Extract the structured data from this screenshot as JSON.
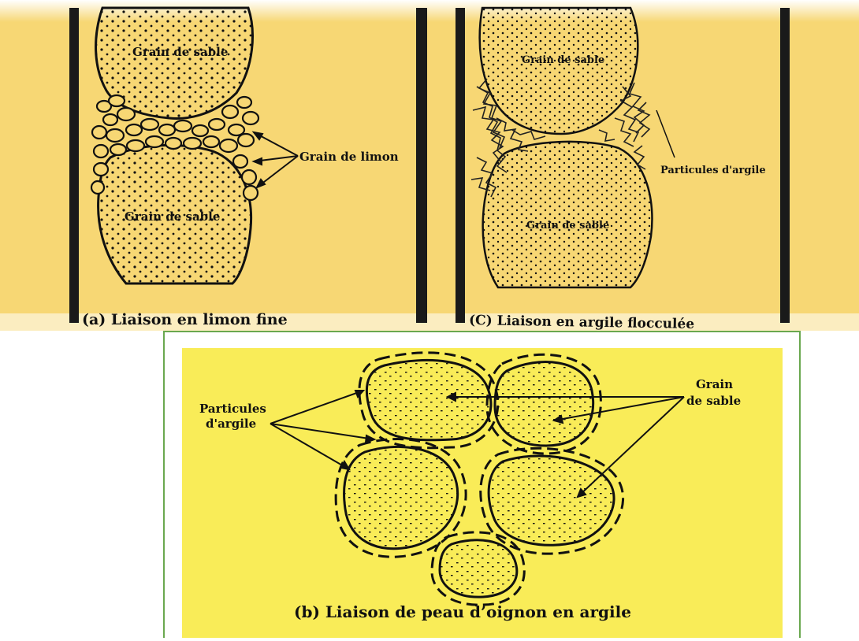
{
  "colors": {
    "background_fill": "#f7d774",
    "panel_b_fill": "#f9ec58",
    "outline": "#111111",
    "panel_b_border": "#6aa84f"
  },
  "panel_a": {
    "caption": "(a) Liaison en limon fine",
    "grain_top_label": "Grain de sable",
    "grain_bottom_label": "Grain de sable",
    "callout_label": "Grain de limon"
  },
  "panel_c": {
    "caption": "(C) Liaison en argile flocculée",
    "grain_top_label": "Grain de sable",
    "grain_bottom_label": "Grain de sable",
    "callout_label": "Particules d'argile"
  },
  "panel_b": {
    "caption": "(b) Liaison de peau d’oignon en argile",
    "left_label_line1": "Particules",
    "left_label_line2": "d'argile",
    "right_label_line1": "Grain",
    "right_label_line2": "de sable"
  }
}
